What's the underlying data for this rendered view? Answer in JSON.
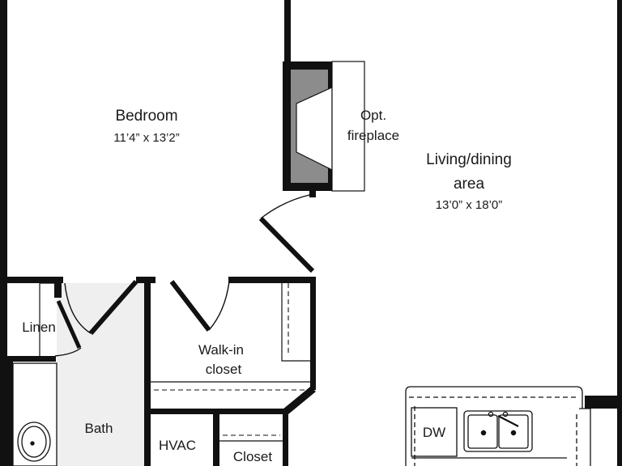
{
  "rooms": {
    "bedroom": {
      "name": "Bedroom",
      "dimensions": "11’4” x 13’2”"
    },
    "living": {
      "name_line1": "Living/dining",
      "name_line2": "area",
      "dimensions": "13’0” x 18’0”"
    },
    "fireplace": {
      "line1": "Opt.",
      "line2": "fireplace"
    },
    "linen": "Linen",
    "walkin": {
      "line1": "Walk-in",
      "line2": "closet"
    },
    "bath": "Bath",
    "hvac": "HVAC",
    "closet": "Closet",
    "dw": "DW"
  },
  "colors": {
    "wall": "#111111",
    "fill": "#ffffff",
    "bath_floor": "#efefef",
    "fireplace_fill": "#8c8c8c"
  }
}
